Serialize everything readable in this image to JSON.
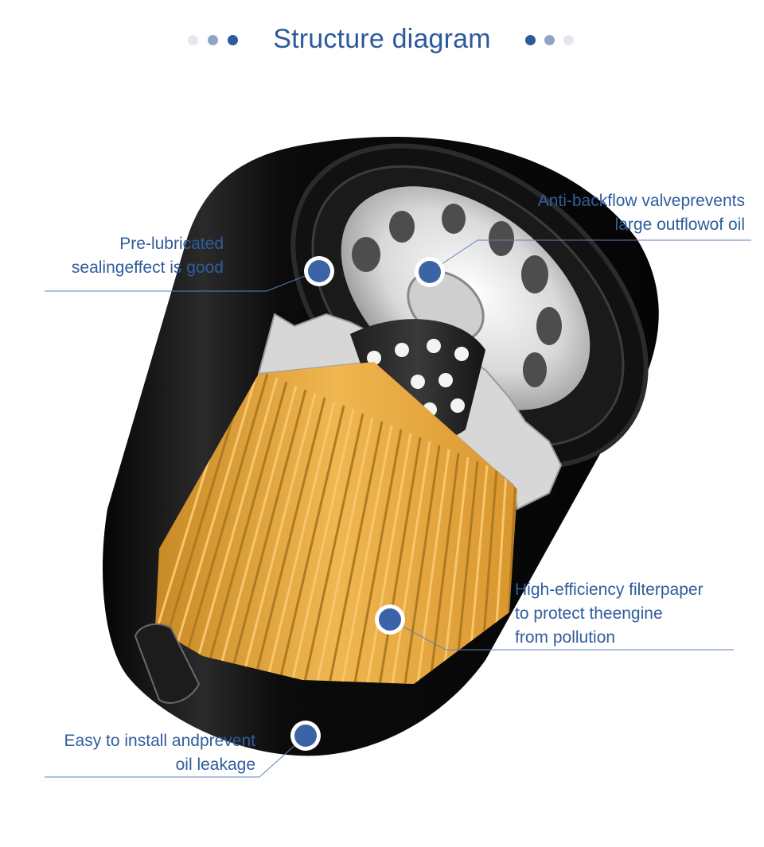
{
  "header": {
    "title": "Structure diagram",
    "dot_colors": [
      "#e3e8f0",
      "#8da6c8",
      "#2d5a9a"
    ]
  },
  "colors": {
    "accent": "#2f5d9c",
    "marker": "#3b63a6",
    "leader_line": "#5f82b5",
    "filter_paper": "#e9ab3f",
    "housing": "#0d0d0d"
  },
  "annotations": [
    {
      "id": "seal",
      "lines": [
        "Pre-lubricated",
        "sealingeffect is good"
      ]
    },
    {
      "id": "valve",
      "lines": [
        "Anti-backflow valveprevents",
        "large outflowof oil"
      ]
    },
    {
      "id": "paper",
      "lines": [
        "High-efficiency filterpaper",
        "to protect theengine",
        "from pollution"
      ]
    },
    {
      "id": "base",
      "lines": [
        "Easy to install andprevent",
        "oil leakage"
      ]
    }
  ],
  "icons": {
    "marker": "circle-marker-icon"
  }
}
